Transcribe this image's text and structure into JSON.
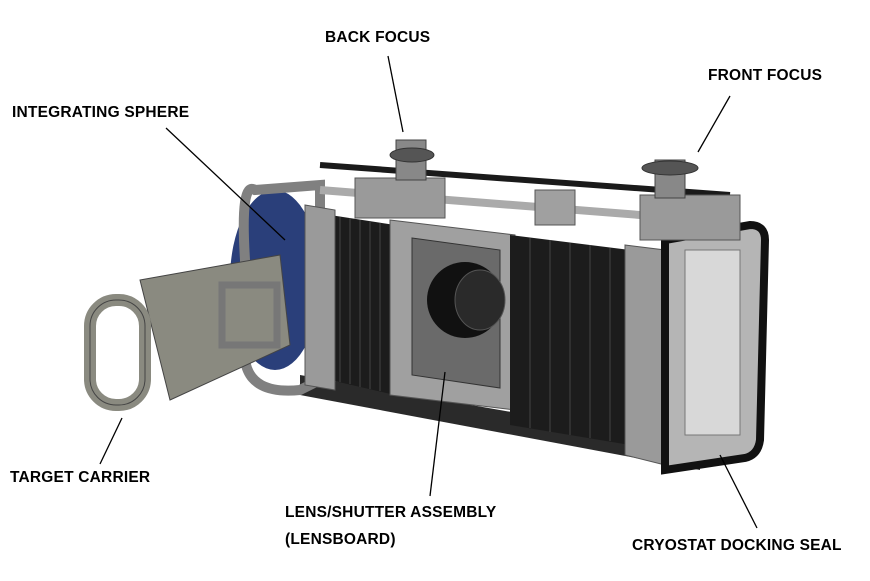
{
  "labels": {
    "back_focus": "BACK FOCUS",
    "front_focus": "FRONT FOCUS",
    "integrating_sphere": "INTEGRATING SPHERE",
    "target_carrier": "TARGET CARRIER",
    "lens_shutter": "LENS/SHUTTER ASSEMBLY",
    "lensboard": "(LENSBOARD)",
    "cryostat_seal": "CRYOSTAT DOCKING SEAL"
  },
  "colors": {
    "sphere": "#2a3f7a",
    "frame": "#9a9a9a",
    "bellows": "#1c1c1c",
    "carrier": "#8a8a80"
  }
}
